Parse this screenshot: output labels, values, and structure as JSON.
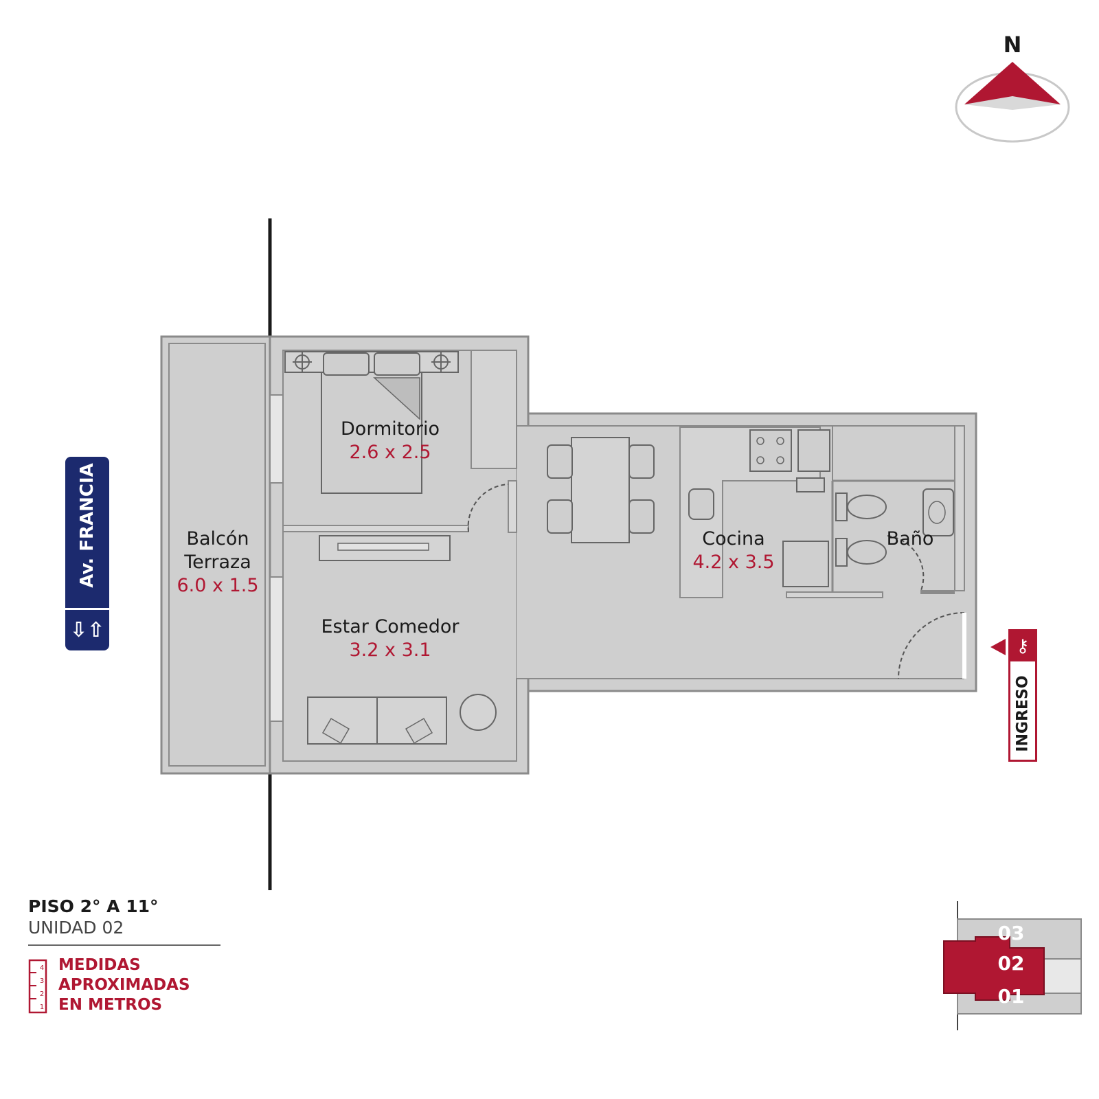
{
  "compass": {
    "label": "N"
  },
  "rooms": {
    "dormitorio": {
      "name": "Dormitorio",
      "dims": "2.6 x 2.5"
    },
    "balcon": {
      "name_line1": "Balcón",
      "name_line2": "Terraza",
      "dims": "6.0 x 1.5"
    },
    "estar": {
      "name": "Estar Comedor",
      "dims": "3.2 x 3.1"
    },
    "cocina": {
      "name": "Cocina",
      "dims": "4.2 x 3.5"
    },
    "bano": {
      "name": "Baño"
    }
  },
  "street": {
    "name": "Av. FRANCIA",
    "direction_icon": "two-way-arrows-icon"
  },
  "entrance": {
    "label": "INGRESO",
    "icon": "key-icon"
  },
  "floor": {
    "title": "PISO 2° A 11°",
    "unit": "UNIDAD 02",
    "measures_line1": "MEDIDAS",
    "measures_line2": "APROXIMADAS",
    "measures_line3": "EN METROS",
    "ruler_ticks": [
      "4",
      "3",
      "2",
      "1"
    ]
  },
  "unit_key": {
    "upper": "03",
    "current": "02",
    "lower": "01"
  },
  "colors": {
    "accent": "#b01732",
    "street_sign": "#1c2a6e",
    "floor_fill": "#cfcfcf",
    "wall": "#8a8a8a"
  }
}
